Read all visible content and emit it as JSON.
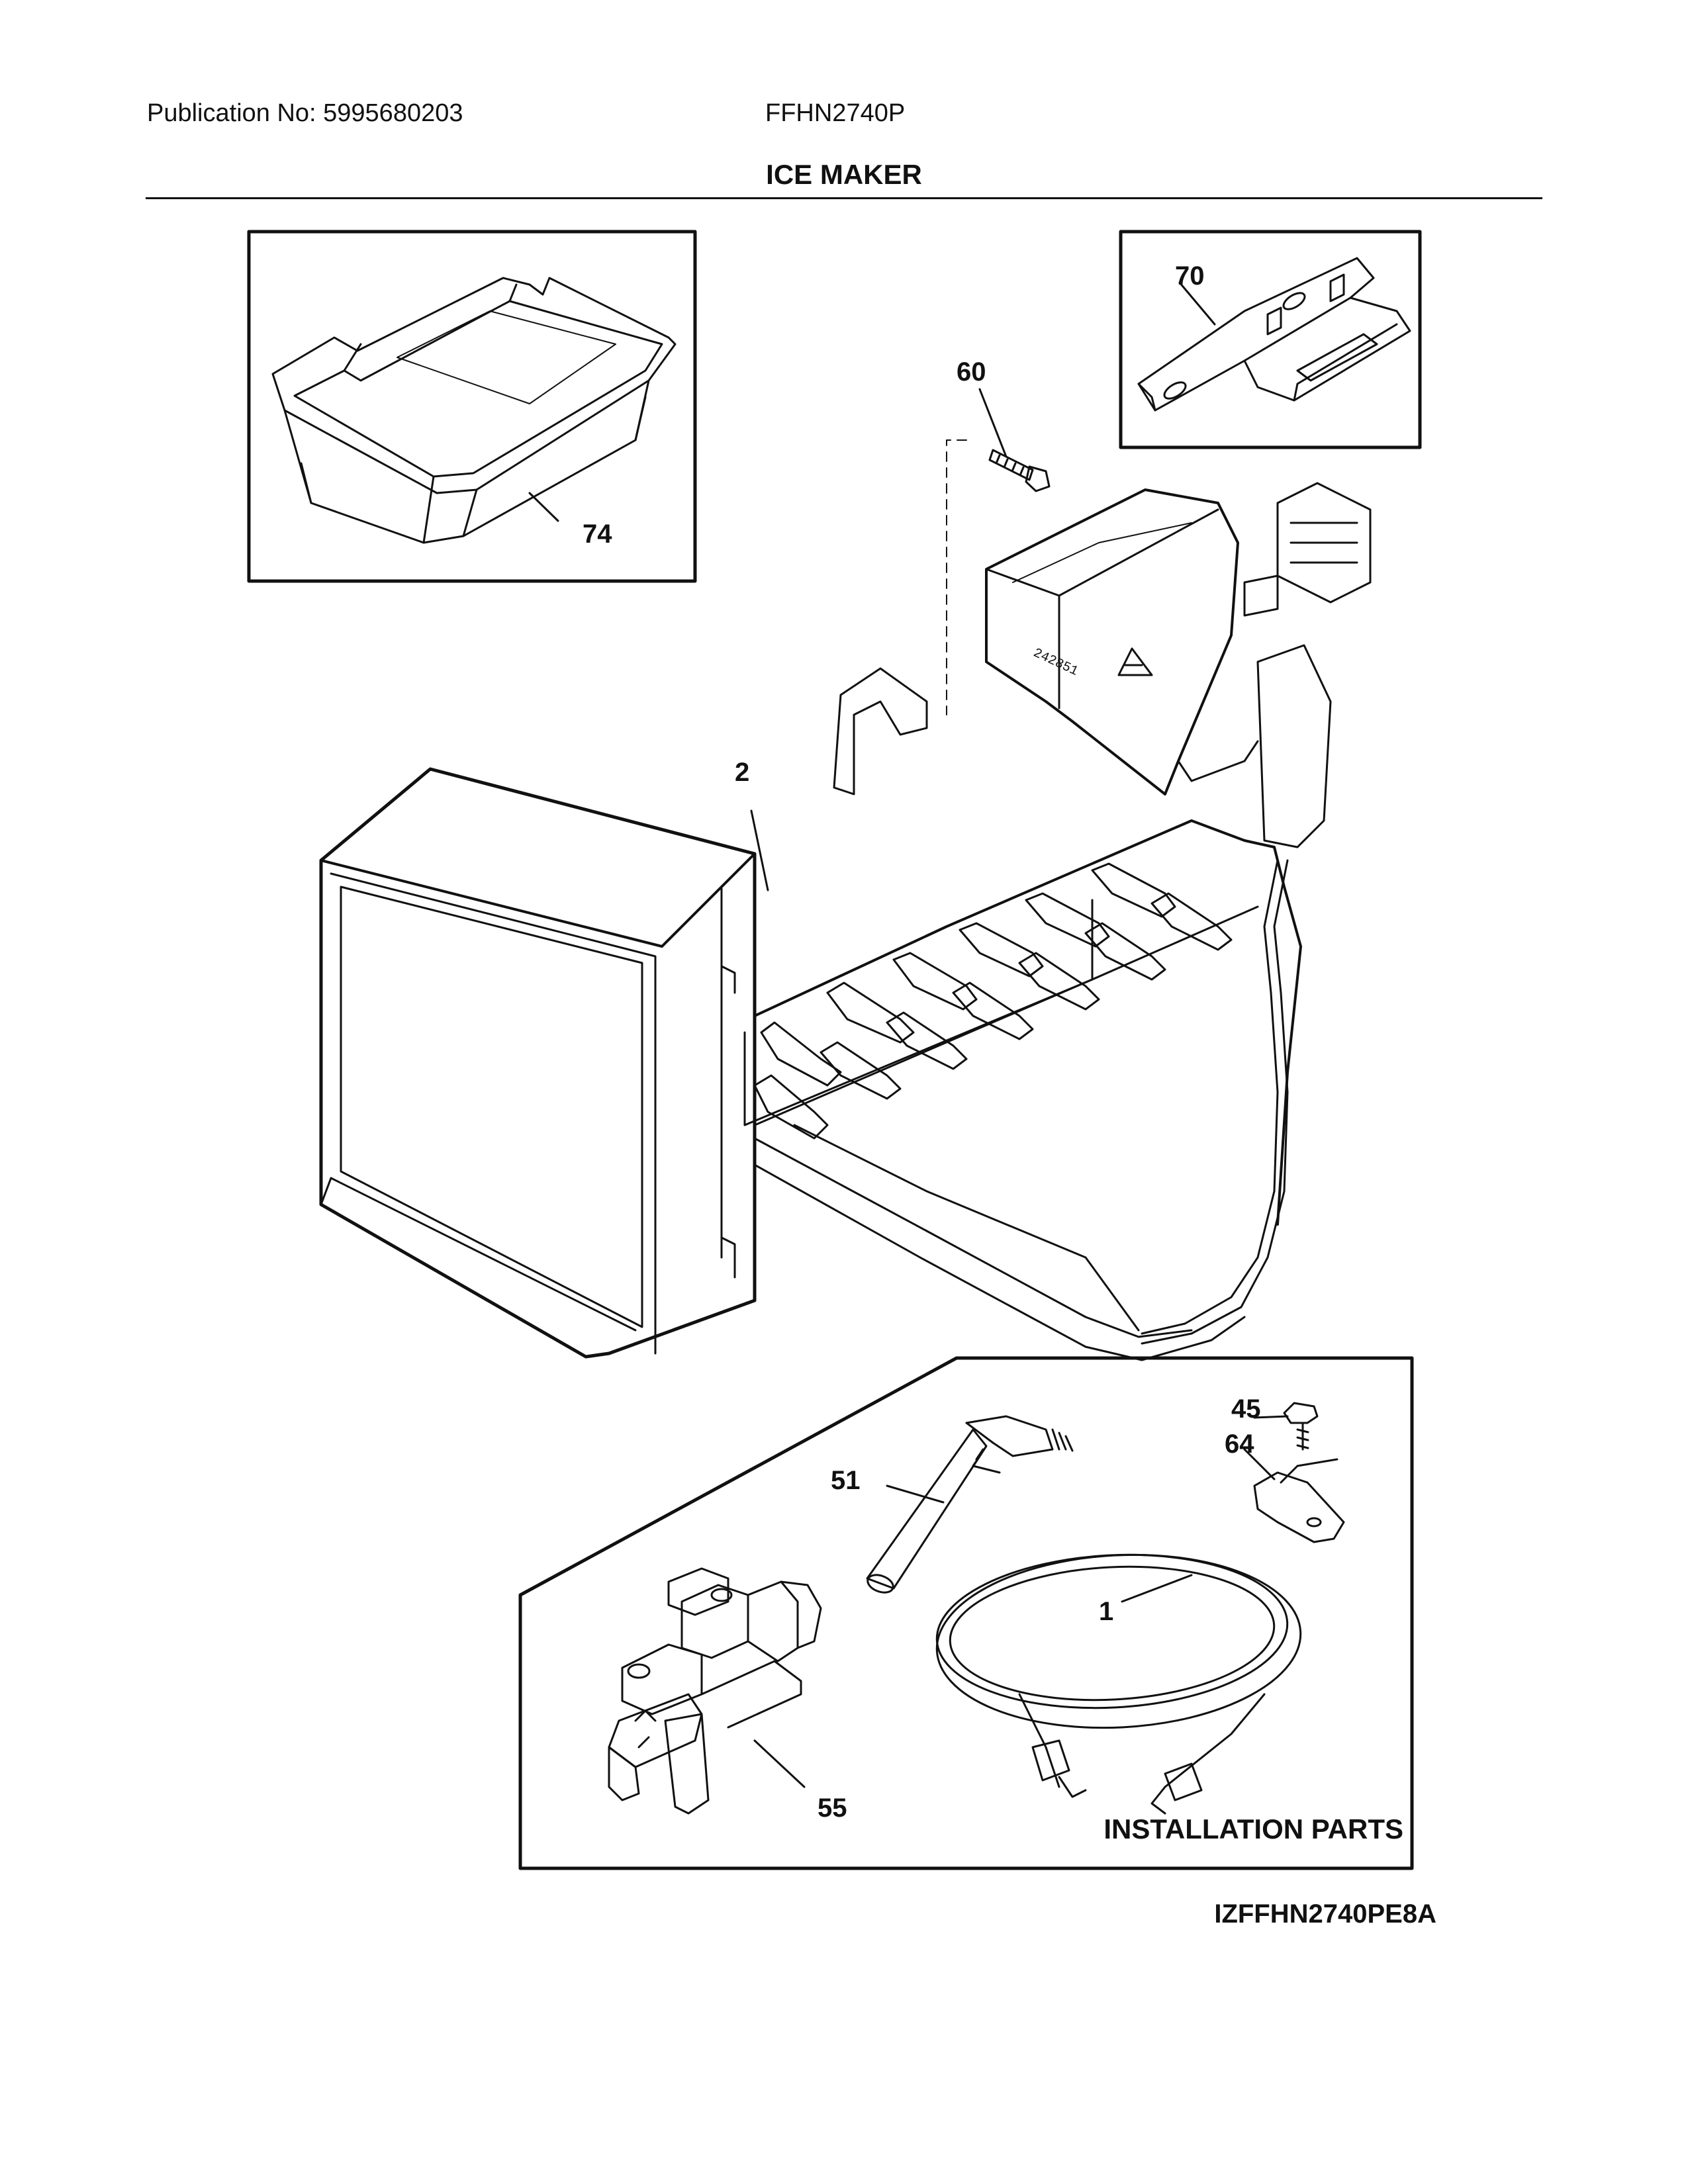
{
  "header": {
    "publication": "Publication No: 5995680203",
    "model": "FFHN2740P"
  },
  "section_title": "ICE MAKER",
  "callouts": {
    "ice_bucket": "74",
    "bracket": "70",
    "screw": "60",
    "ice_maker_assembly": "2",
    "fitting_tube": "51",
    "screw_small": "45",
    "clamp": "64",
    "water_line": "1",
    "water_valve": "55"
  },
  "installation_parts_label": "INSTALLATION PARTS",
  "diagram_code": "IZFFHN2740PE8A"
}
